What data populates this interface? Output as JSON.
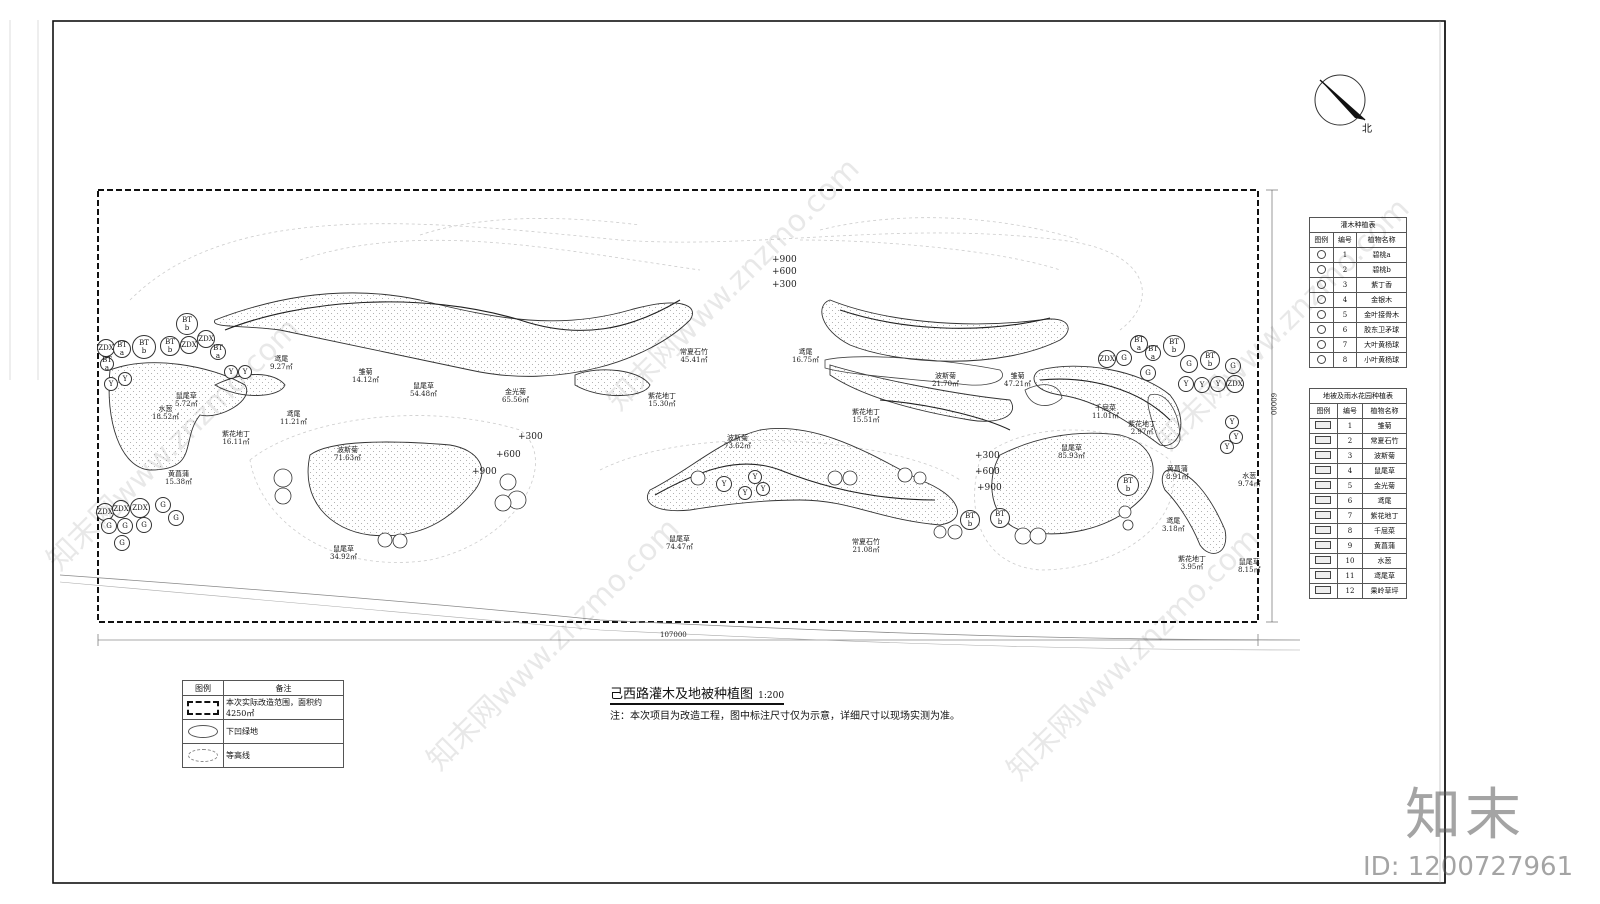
{
  "drawing": {
    "title": "己西路灌木及地被种植图",
    "scale": "1:200",
    "note": "注：本次项目为改造工程，图中标注尺寸仅为示意，详细尺寸以现场实测为准。",
    "north_label": "北",
    "width_dim": "107000",
    "height_dim": "60000"
  },
  "elevations": [
    "+900",
    "+600",
    "+300",
    "+300",
    "+600",
    "+900",
    "+300",
    "+600",
    "+900"
  ],
  "beds": [
    {
      "name": "鸢尾",
      "area": "9.27㎡"
    },
    {
      "name": "鼠尾草",
      "area": "5.72㎡"
    },
    {
      "name": "水葱",
      "area": "18.52㎡"
    },
    {
      "name": "鸢尾",
      "area": "11.21㎡"
    },
    {
      "name": "紫花地丁",
      "area": "16.11㎡"
    },
    {
      "name": "黄菖蒲",
      "area": "15.38㎡"
    },
    {
      "name": "雏菊",
      "area": "14.12㎡"
    },
    {
      "name": "鼠尾草",
      "area": "54.48㎡"
    },
    {
      "name": "金光菊",
      "area": "65.56㎡"
    },
    {
      "name": "常夏石竹",
      "area": "45.41㎡"
    },
    {
      "name": "紫花地丁",
      "area": "15.30㎡"
    },
    {
      "name": "波斯菊",
      "area": "71.63㎡"
    },
    {
      "name": "鼠尾草",
      "area": "34.92㎡"
    },
    {
      "name": "鸢尾",
      "area": "16.75㎡"
    },
    {
      "name": "紫花地丁",
      "area": "15.51㎡"
    },
    {
      "name": "波斯菊",
      "area": "73.62㎡"
    },
    {
      "name": "鼠尾草",
      "area": "74.47㎡"
    },
    {
      "name": "常夏石竹",
      "area": "21.08㎡"
    },
    {
      "name": "波斯菊",
      "area": "21.70㎡"
    },
    {
      "name": "雏菊",
      "area": "47.21㎡"
    },
    {
      "name": "千屈菜",
      "area": "11.01㎡"
    },
    {
      "name": "紫花地丁",
      "area": "2.97㎡"
    },
    {
      "name": "鼠尾草",
      "area": "85.93㎡"
    },
    {
      "name": "黄菖蒲",
      "area": "8.91㎡"
    },
    {
      "name": "水葱",
      "area": "9.74㎡"
    },
    {
      "name": "鸢尾",
      "area": "3.18㎡"
    },
    {
      "name": "紫花地丁",
      "area": "3.95㎡"
    },
    {
      "name": "鼠尾草",
      "area": "8.15㎡"
    }
  ],
  "shrub_table": {
    "title": "灌木种植表",
    "headers": [
      "图例",
      "编号",
      "植物名称"
    ],
    "rows": [
      {
        "no": "1",
        "name": "碧桃a"
      },
      {
        "no": "2",
        "name": "碧桃b"
      },
      {
        "no": "3",
        "name": "紫丁香"
      },
      {
        "no": "4",
        "name": "金银木"
      },
      {
        "no": "5",
        "name": "金叶接骨木"
      },
      {
        "no": "6",
        "name": "胶东卫矛球"
      },
      {
        "no": "7",
        "name": "大叶黄杨球"
      },
      {
        "no": "8",
        "name": "小叶黄杨球"
      }
    ]
  },
  "ground_table": {
    "title": "地被及雨水花园种植表",
    "headers": [
      "图例",
      "编号",
      "植物名称"
    ],
    "rows": [
      {
        "no": "1",
        "name": "雏菊"
      },
      {
        "no": "2",
        "name": "常夏石竹"
      },
      {
        "no": "3",
        "name": "波斯菊"
      },
      {
        "no": "4",
        "name": "鼠尾草"
      },
      {
        "no": "5",
        "name": "金光菊"
      },
      {
        "no": "6",
        "name": "鸢尾"
      },
      {
        "no": "7",
        "name": "紫花地丁"
      },
      {
        "no": "8",
        "name": "千屈菜"
      },
      {
        "no": "9",
        "name": "黄菖蒲"
      },
      {
        "no": "10",
        "name": "水葱"
      },
      {
        "no": "11",
        "name": "鸢尾草"
      },
      {
        "no": "12",
        "name": "果岭草坪"
      }
    ]
  },
  "legend": {
    "headers": [
      "图例",
      "备注"
    ],
    "rows": [
      {
        "text": "本次实际改造范围，面积约4250㎡"
      },
      {
        "text": "下凹绿地"
      },
      {
        "text": "等高线"
      }
    ]
  },
  "watermark": {
    "text": "知末网www.znzmo.com",
    "brand": "知末",
    "id": "ID: 1200727961"
  }
}
